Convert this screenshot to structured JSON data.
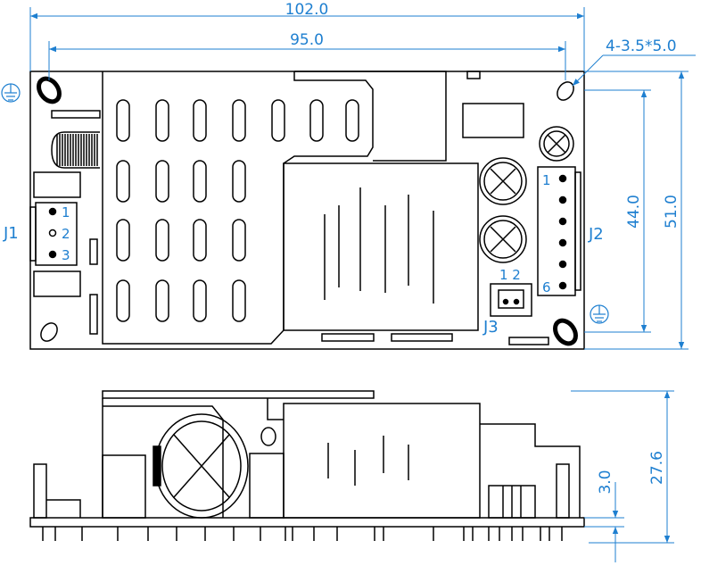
{
  "dimensions": {
    "overall_width": "102.0",
    "hole_spacing_x": "95.0",
    "mounting_holes": "4-3.5*5.0",
    "hole_spacing_y": "44.0",
    "overall_height": "51.0",
    "component_height": "27.6",
    "board_thickness": "3.0"
  },
  "connectors": {
    "j1": {
      "label": "J1",
      "pins": [
        "1",
        "2",
        "3"
      ]
    },
    "j2": {
      "label": "J2",
      "pin_first": "1",
      "pin_last": "6"
    },
    "j3": {
      "label": "J3",
      "pins": "1 2"
    }
  },
  "colors": {
    "dimension": "#1e7fd0",
    "outline": "#000000",
    "background": "#ffffff"
  },
  "icons": [
    "ground-symbol-icon"
  ]
}
